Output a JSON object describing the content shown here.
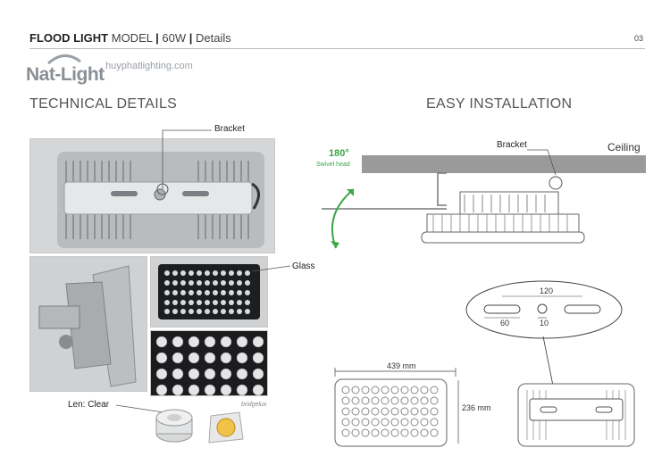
{
  "header": {
    "title_bold": "FLOOD LIGHT",
    "model_label": "MODEL",
    "separator": "|",
    "wattage": "60W",
    "section": "Details",
    "page_number": "03"
  },
  "brand": {
    "logo_text": "Nat-Light",
    "website": "huyphatlighting.com"
  },
  "technical": {
    "title": "TECHNICAL DETAILS",
    "bracket_label": "Bracket",
    "glass_label": "Glass",
    "lens_label": "Len: Clear",
    "chip_brand": "bridgelux"
  },
  "installation": {
    "title": "EASY INSTALLATION",
    "swivel_degree": "180°",
    "swivel_label": "Swivel head",
    "bracket_label": "Bracket",
    "ceiling_label": "Ceiling"
  },
  "dimensions": {
    "width": "439 mm",
    "height": "236 mm",
    "slot_spacing": "120",
    "slot_length": "60",
    "hole_diameter": "10"
  },
  "colors": {
    "accent_green": "#3aa648",
    "ceiling_gray": "#9a9a9a",
    "housing_gray": "#c9cccf"
  }
}
